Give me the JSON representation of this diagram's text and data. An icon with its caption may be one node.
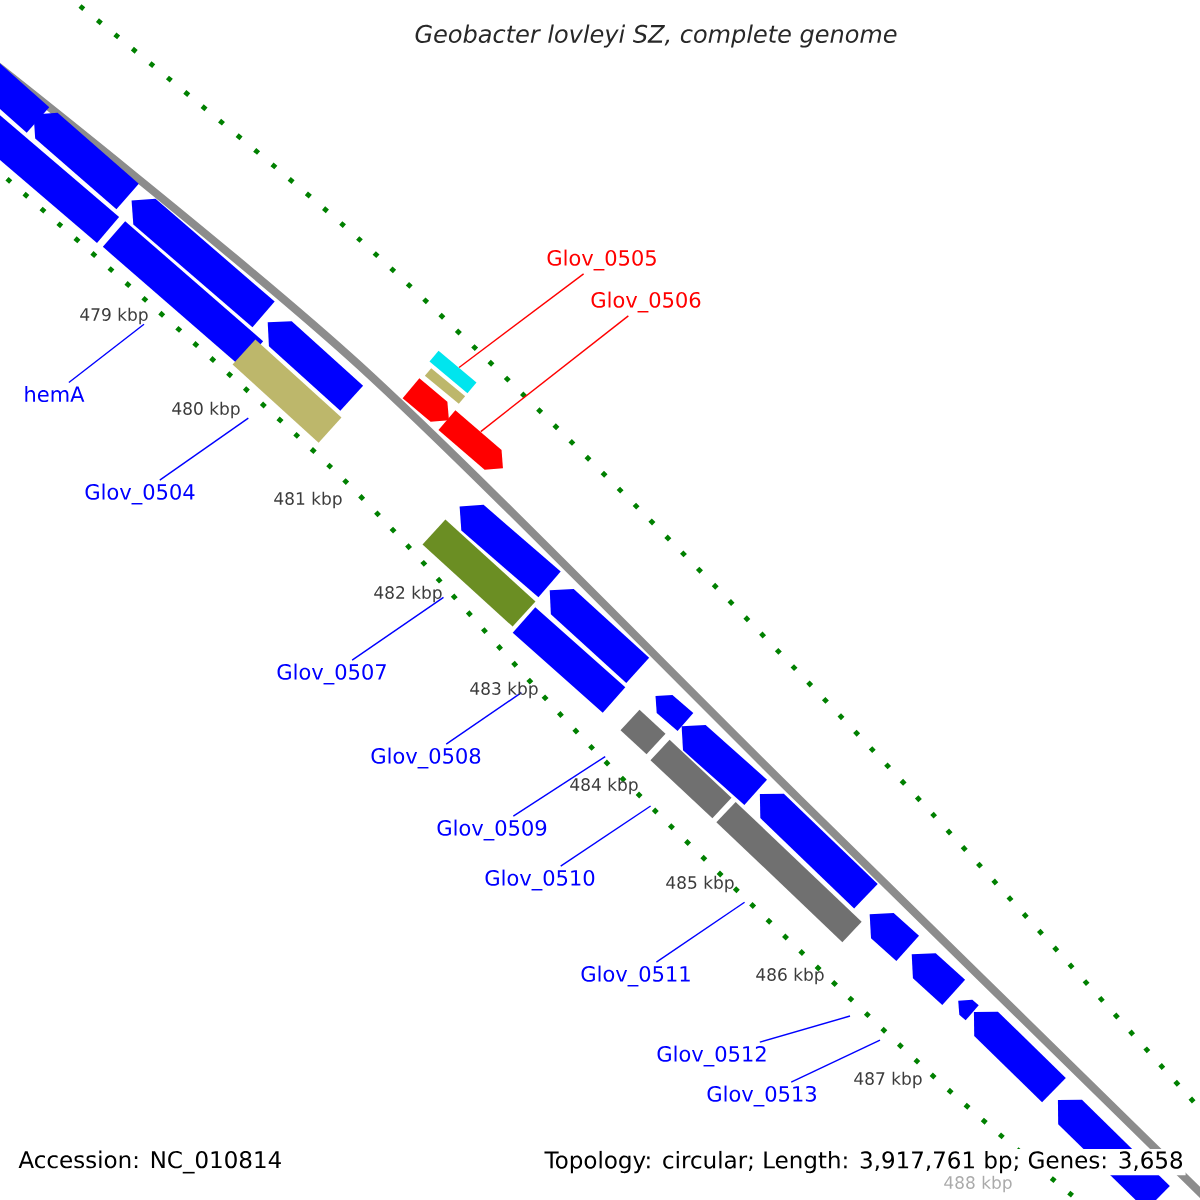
{
  "diagram": {
    "title": "Geobacter lovleyi SZ, complete genome",
    "nodes": [
      {
        "text": [
          "hemA"
        ]
      },
      {
        "text": [
          "Glov_0504"
        ]
      },
      {
        "text": [
          "Glov_0505"
        ]
      },
      {
        "text": [
          "Glov_0506"
        ]
      },
      {
        "text": [
          "Glov_0507"
        ]
      },
      {
        "text": [
          "Glov_0508"
        ]
      },
      {
        "text": [
          "Glov_0509"
        ]
      },
      {
        "text": [
          "Glov_0510"
        ]
      },
      {
        "text": [
          "Glov_0511"
        ]
      },
      {
        "text": [
          "Glov_0512"
        ]
      },
      {
        "text": [
          "Glov_0513"
        ]
      },
      {
        "text": [],
        "shape": "bar"
      },
      {
        "text": [],
        "shape": "arrow"
      },
      {
        "text": [],
        "shape": "bar"
      },
      {
        "text": [],
        "shape": "arrow"
      },
      {
        "text": [],
        "shape": "bar"
      },
      {
        "text": [],
        "shape": "arrow"
      },
      {
        "text": [],
        "shape": "bar"
      },
      {
        "text": [],
        "shape": "bar"
      },
      {
        "text": [],
        "shape": "bar"
      },
      {
        "text": [],
        "shape": "arrow"
      },
      {
        "text": [],
        "shape": "arrow"
      },
      {
        "text": [],
        "shape": "arrow"
      },
      {
        "text": [],
        "shape": "bar"
      },
      {
        "text": [],
        "shape": "arrow"
      },
      {
        "text": [],
        "shape": "bar"
      },
      {
        "text": [],
        "shape": "arrow"
      },
      {
        "text": [],
        "shape": "bar"
      },
      {
        "text": [],
        "shape": "arrow"
      },
      {
        "text": [],
        "shape": "bar"
      },
      {
        "text": [],
        "shape": "bar"
      },
      {
        "text": [],
        "shape": "arrow"
      },
      {
        "text": [],
        "shape": "arrow"
      },
      {
        "text": [],
        "shape": "arrow"
      },
      {
        "text": [],
        "shape": "arrow"
      },
      {
        "text": [],
        "shape": "arrow"
      },
      {
        "text": [],
        "shape": "arrow"
      }
    ],
    "edges": [
      {
        "from": 0,
        "to": 15,
        "arrow": "none"
      },
      {
        "from": 1,
        "to": 17,
        "arrow": "none"
      },
      {
        "from": 2,
        "to": 18,
        "arrow": "none",
        "color": "#ff0000"
      },
      {
        "from": 3,
        "to": 21,
        "arrow": "none",
        "color": "#ff0000"
      },
      {
        "from": 4,
        "to": 23,
        "arrow": "none"
      },
      {
        "from": 5,
        "to": 25,
        "arrow": "none"
      },
      {
        "from": 6,
        "to": 27,
        "arrow": "none"
      },
      {
        "from": 7,
        "to": 29,
        "arrow": "none"
      },
      {
        "from": 8,
        "to": 30,
        "arrow": "none"
      },
      {
        "from": 9,
        "to": null,
        "arrow": "none"
      },
      {
        "from": 10,
        "to": null,
        "arrow": "none"
      }
    ],
    "labels": [
      "479 kbp",
      "480 kbp",
      "481 kbp",
      "482 kbp",
      "483 kbp",
      "484 kbp",
      "485 kbp",
      "486 kbp",
      "487 kbp",
      "488 kbp",
      "Accession: NC_010814",
      "Topology: circular; Length: 3,917,761 bp; Genes: 3,658"
    ]
  }
}
